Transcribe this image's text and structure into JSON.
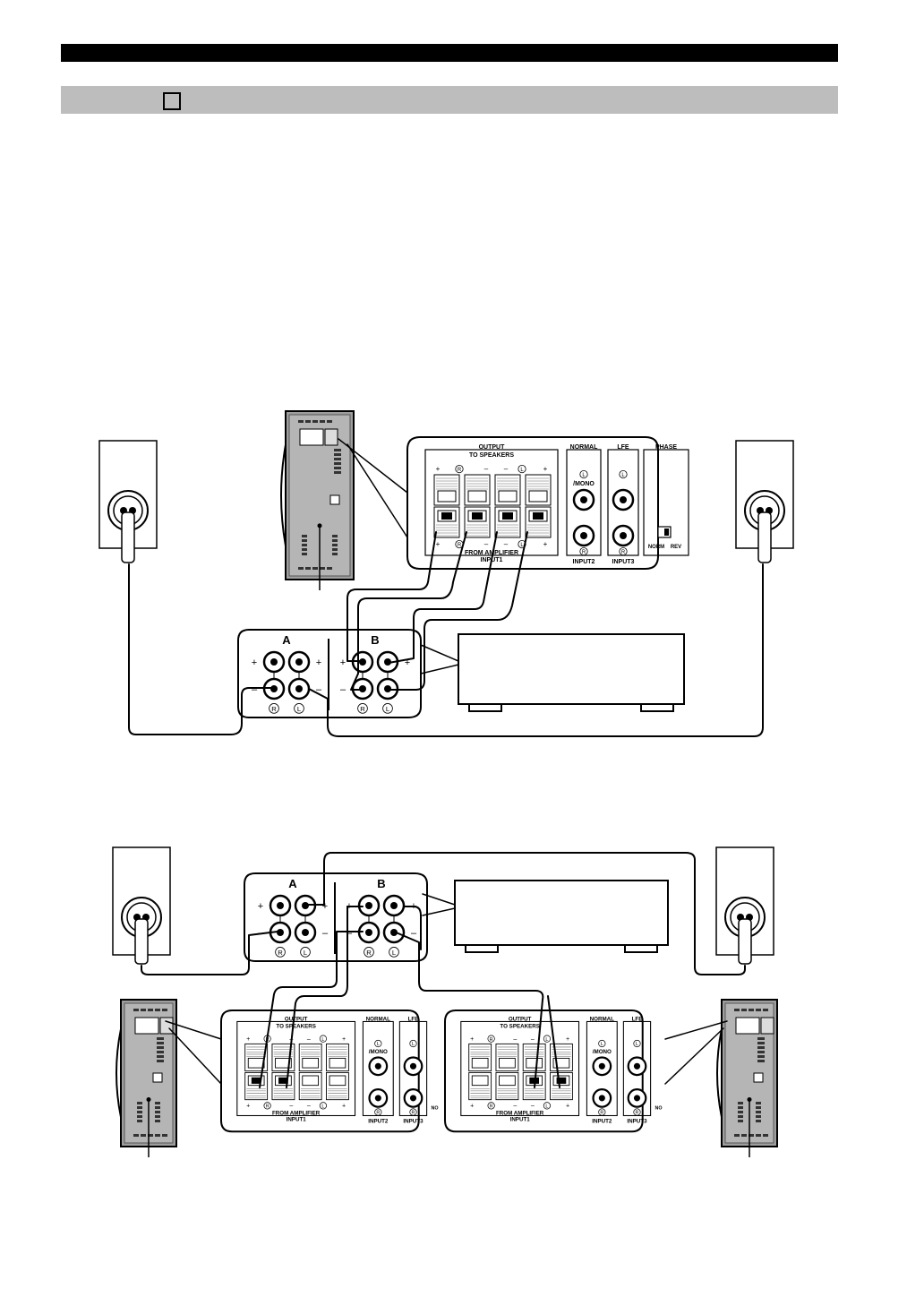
{
  "amp": {
    "group_a": "A",
    "group_b": "B",
    "plus": "+",
    "minus": "–",
    "ch_r": "R",
    "ch_l": "L"
  },
  "sub_panel": {
    "output": "OUTPUT",
    "to_speakers": "TO SPEAKERS",
    "from_amplifier": "FROM AMPLIFIER",
    "input1": "INPUT1",
    "input2": "INPUT2",
    "input3": "INPUT3",
    "normal": "NORMAL",
    "lfe": "LFE",
    "phase": "PHASE",
    "mono": "/MONO",
    "norm": "NORM",
    "rev": "REV",
    "no": "NO",
    "ch_r": "R",
    "ch_l": "L",
    "plus": "+",
    "minus": "–"
  }
}
